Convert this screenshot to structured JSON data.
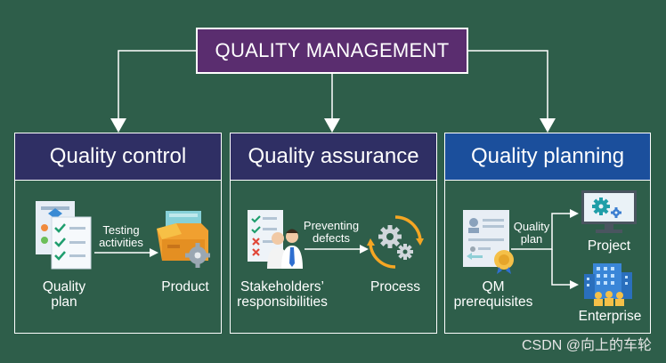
{
  "title": "QUALITY MANAGEMENT",
  "panels": [
    {
      "heading": "Quality control",
      "left_label": [
        "Quality",
        "plan"
      ],
      "arrow_label": [
        "Testing",
        "activities"
      ],
      "right_label": [
        "Product"
      ]
    },
    {
      "heading": "Quality assurance",
      "left_label": [
        "Stakeholders’",
        "responsibilities"
      ],
      "arrow_label": [
        "Preventing",
        "defects"
      ],
      "right_label": [
        "Process"
      ]
    },
    {
      "heading": "Quality planning",
      "left_label": [
        "QM",
        "prerequisites"
      ],
      "arrow_label": [
        "Quality",
        "plan"
      ],
      "targets": [
        "Project",
        "Enterprise"
      ]
    }
  ],
  "watermark": "CSDN @向上的车轮",
  "colors": {
    "background": "#2e5e4a",
    "title_fill": "#5a2d6f",
    "heading_dark": "#2f2f64",
    "heading_blue": "#1b4f9c",
    "line": "#ffffff",
    "accent_orange": "#f5a623"
  },
  "icons": [
    "document-checklist-icon",
    "package-gears-icon",
    "stakeholder-people-icon",
    "process-cycle-gears-icon",
    "certificate-icon",
    "monitor-gears-icon",
    "office-building-icon"
  ]
}
